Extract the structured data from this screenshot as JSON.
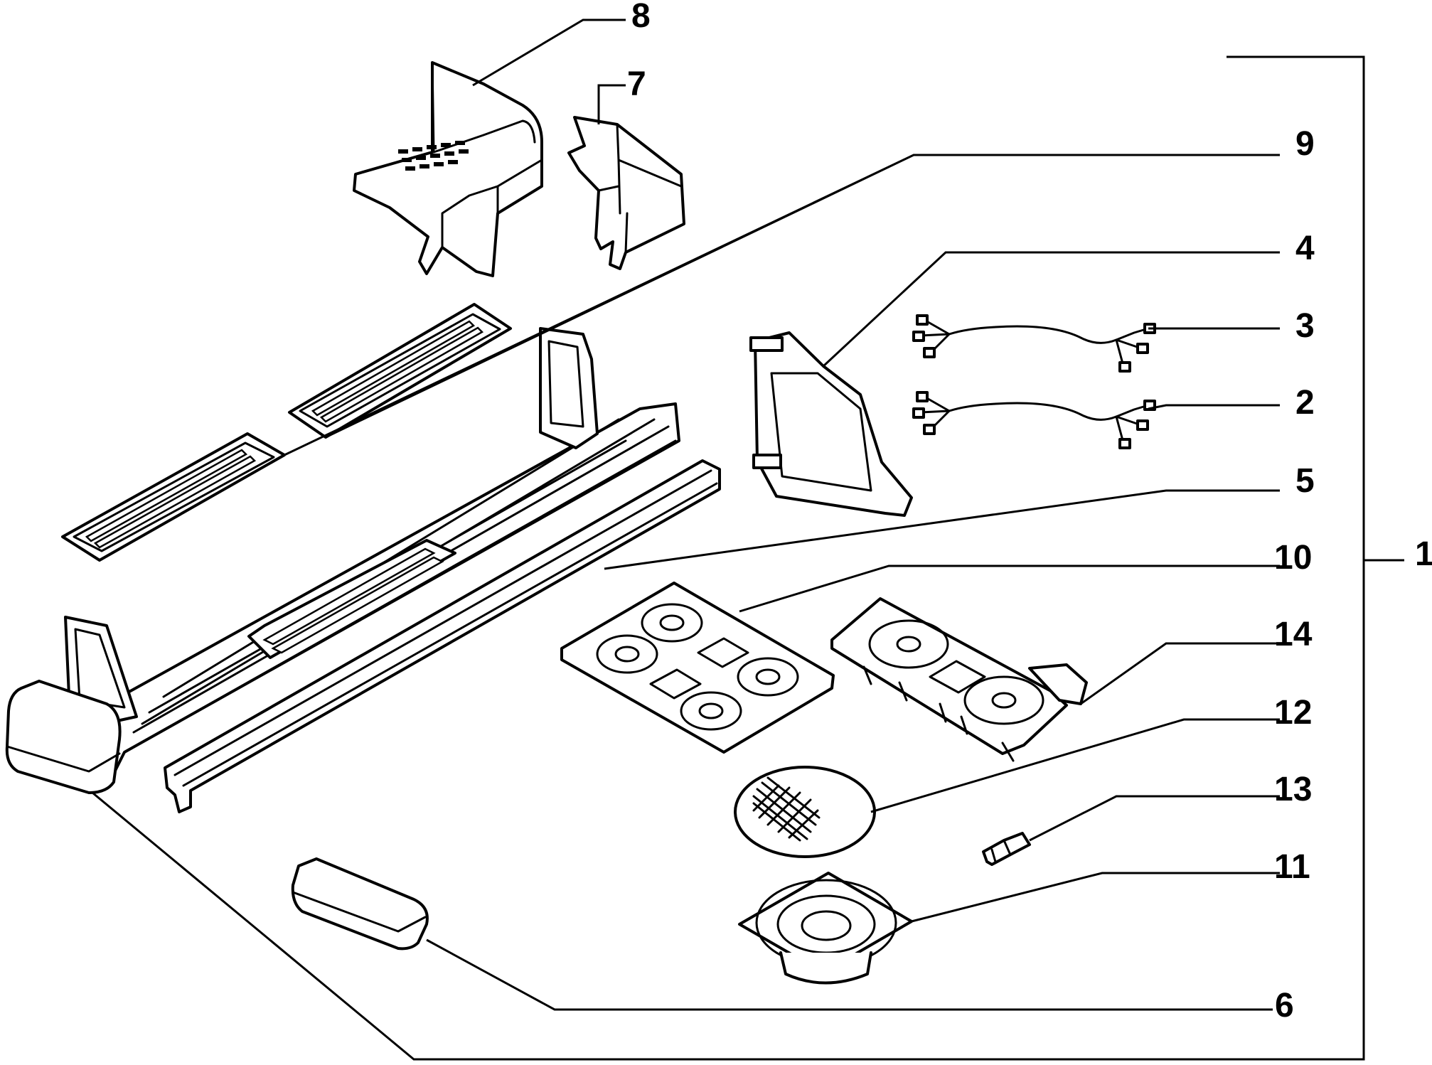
{
  "callouts": [
    {
      "id": "8",
      "label": "8"
    },
    {
      "id": "7",
      "label": "7"
    },
    {
      "id": "9",
      "label": "9"
    },
    {
      "id": "4",
      "label": "4"
    },
    {
      "id": "3",
      "label": "3"
    },
    {
      "id": "2",
      "label": "2"
    },
    {
      "id": "5",
      "label": "5"
    },
    {
      "id": "10",
      "label": "10"
    },
    {
      "id": "1",
      "label": "1"
    },
    {
      "id": "14",
      "label": "14"
    },
    {
      "id": "12",
      "label": "12"
    },
    {
      "id": "13",
      "label": "13"
    },
    {
      "id": "11",
      "label": "11"
    },
    {
      "id": "6",
      "label": "6"
    }
  ]
}
